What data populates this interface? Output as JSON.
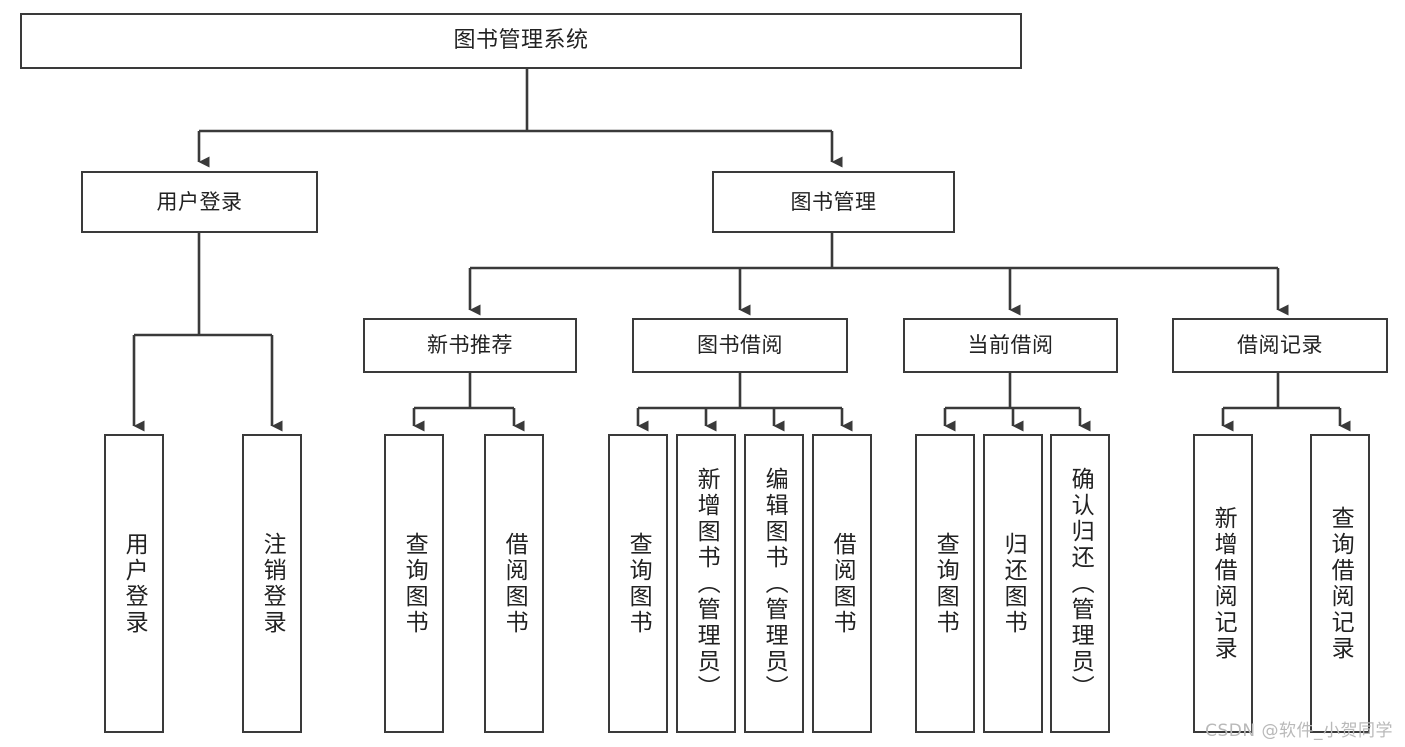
{
  "diagram": {
    "kind": "tree-hierarchy-chart",
    "title_text": "图书管理系统",
    "colors": {
      "stroke": "#3a3a3a",
      "box_fill": "#ffffff",
      "text": "#222222",
      "background": "#ffffff",
      "watermark": "#b9b9b9"
    },
    "root": {
      "label": "图书管理系统"
    },
    "level2": [
      {
        "label": "用户登录"
      },
      {
        "label": "图书管理"
      }
    ],
    "level3": [
      {
        "label": "新书推荐"
      },
      {
        "label": "图书借阅"
      },
      {
        "label": "当前借阅"
      },
      {
        "label": "借阅记录"
      }
    ],
    "leaves": {
      "user_login": [
        {
          "label": "用户登录"
        },
        {
          "label": "注销登录"
        }
      ],
      "new_book_recommend": [
        {
          "label": "查询图书"
        },
        {
          "label": "借阅图书"
        }
      ],
      "book_borrow": [
        {
          "label": "查询图书"
        },
        {
          "label": "新增图书（管理员）"
        },
        {
          "label": "编辑图书（管理员）"
        },
        {
          "label": "借阅图书"
        }
      ],
      "current_borrow": [
        {
          "label": "查询图书"
        },
        {
          "label": "归还图书"
        },
        {
          "label": "确认归还（管理员）"
        }
      ],
      "borrow_record": [
        {
          "label": "新增借阅记录"
        },
        {
          "label": "查询借阅记录"
        }
      ]
    }
  },
  "watermark": {
    "text": "CSDN @软件_小贺同学"
  }
}
